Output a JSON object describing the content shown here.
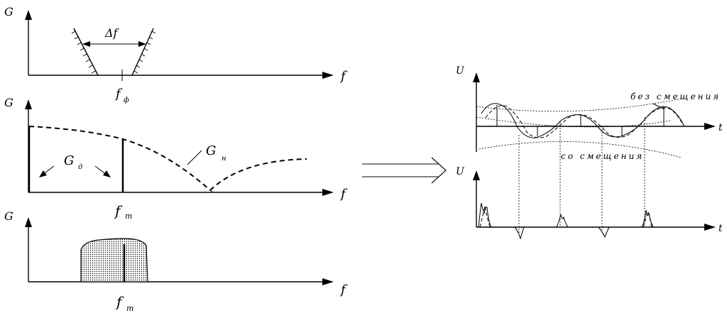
{
  "panel1": {
    "y_label": "G",
    "x_label": "f",
    "delta_label": "Δf",
    "freq_label": "f",
    "freq_sub": "ф"
  },
  "panel2": {
    "y_label": "G",
    "x_label": "f",
    "gd_label": "G",
    "gd_sub": "д",
    "gn_label": "G",
    "gn_sub": "н",
    "ft_label": "f",
    "ft_sub": "т"
  },
  "panel3": {
    "y_label": "G",
    "x_label": "f",
    "ft_label": "f",
    "ft_sub": "т"
  },
  "wave_top": {
    "y_label": "U",
    "x_label": "t",
    "no_shift_label": "без смещения",
    "with_shift_label": "со смещения"
  },
  "wave_bottom": {
    "y_label": "U",
    "x_label": "t"
  }
}
